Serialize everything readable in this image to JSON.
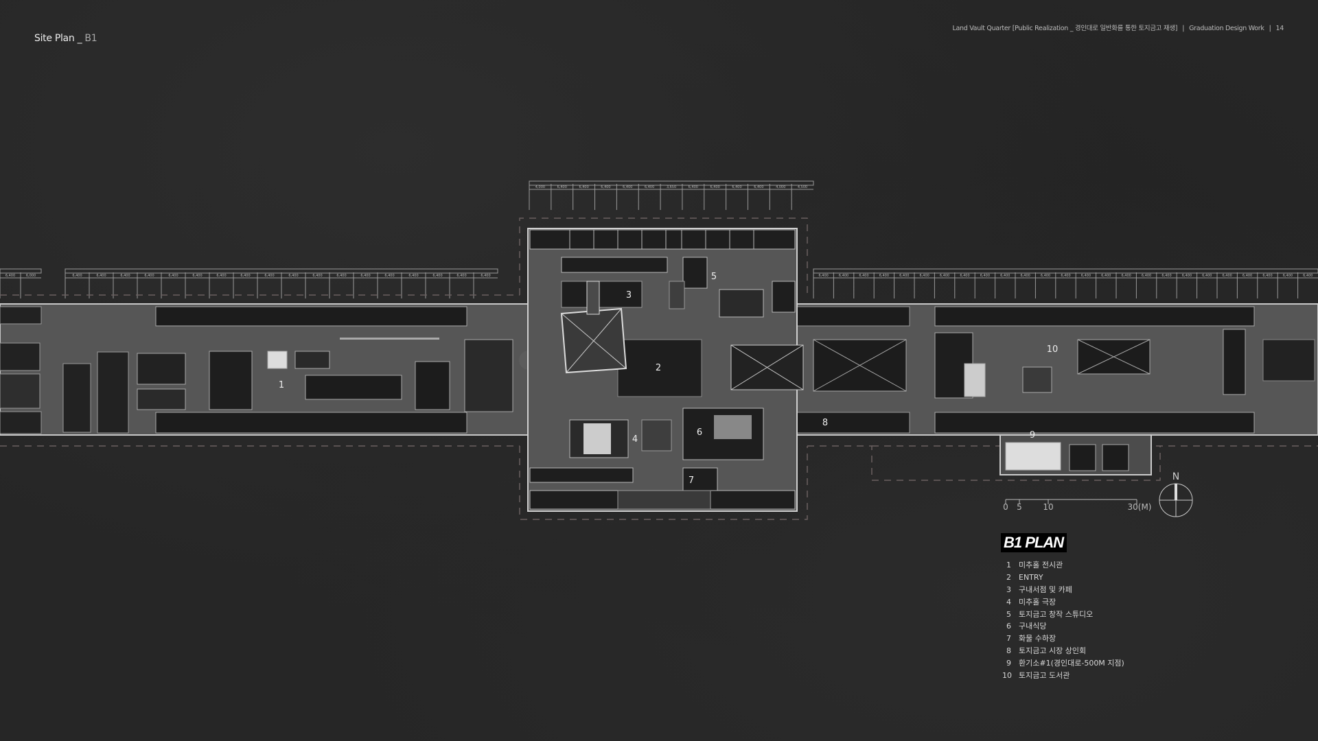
{
  "page_title": {
    "main": "Site Plan _ ",
    "level": "B1"
  },
  "header": {
    "project": "Land Vault Quarter [Public Realization _ 경인대로 일반화를 통한 토지금고 재생]",
    "course": "Graduation Design Work",
    "page_number": "14"
  },
  "plan": {
    "room_numbers": [
      "1",
      "2",
      "3",
      "4",
      "5",
      "6",
      "7",
      "8",
      "9",
      "10"
    ],
    "dimensions_center": [
      "4,000",
      "6,400",
      "6,400",
      "6,400",
      "6,400",
      "6,400",
      "3,650",
      "6,400",
      "6,400",
      "6,400",
      "6,400",
      "4,000",
      "4,500"
    ],
    "dimensions_left_a": [
      "6,400",
      "6,000"
    ],
    "dimensions_left_b": [
      "6,400",
      "6,400",
      "6,400",
      "6,400",
      "6,400",
      "6,400",
      "6,400",
      "6,400",
      "6,400",
      "6,400",
      "6,400",
      "6,400",
      "6,400",
      "6,400",
      "6,400",
      "6,400",
      "6,400",
      "6,400"
    ],
    "dimensions_right": [
      "6,400",
      "6,400",
      "6,400",
      "6,400",
      "6,400",
      "6,400",
      "6,400",
      "6,400",
      "6,400",
      "6,400",
      "6,400",
      "6,400",
      "6,400",
      "6,400",
      "6,400",
      "6,400",
      "6,400",
      "6,400",
      "6,400",
      "6,400",
      "6,400",
      "6,400",
      "6,400",
      "6,400",
      "6,400"
    ]
  },
  "scale_bar": {
    "labels": [
      "0",
      "5",
      "10",
      "30(M)"
    ],
    "values_m": [
      0,
      5,
      10,
      30
    ]
  },
  "north_label": "N",
  "legend": {
    "title": "B1 PLAN",
    "items": [
      {
        "num": "1",
        "label": "미추홀 전시관"
      },
      {
        "num": "2",
        "label": "ENTRY"
      },
      {
        "num": "3",
        "label": "구내서점 및 카페"
      },
      {
        "num": "4",
        "label": "미추홀 극장"
      },
      {
        "num": "5",
        "label": "토지금고 창작 스튜디오"
      },
      {
        "num": "6",
        "label": "구내식당"
      },
      {
        "num": "7",
        "label": "화물 수하장"
      },
      {
        "num": "8",
        "label": "토지금고 시장 상인회"
      },
      {
        "num": "9",
        "label": "환기소#1(경인대로-500M 지점)"
      },
      {
        "num": "10",
        "label": "토지금고 도서관"
      }
    ]
  },
  "colors": {
    "background": "#262626",
    "corridor": "#565656",
    "room": "#1f1f1f",
    "line": "#bdbdbd"
  }
}
